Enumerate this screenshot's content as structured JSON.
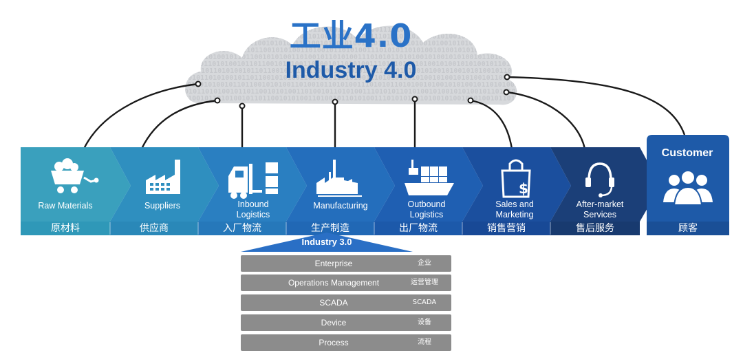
{
  "title": {
    "cn": "工业4.0",
    "en": "Industry 4.0"
  },
  "cloud_binary": "0101010010110101001011011001010100110100101101010011101010110101001010",
  "value_chain": [
    {
      "en": "Raw Materials",
      "cn": "原材料",
      "icon": "ore-cart-icon",
      "color": "#3aa0bd"
    },
    {
      "en": "Suppliers",
      "cn": "供应商",
      "icon": "factory-icon",
      "color": "#2f8fbf"
    },
    {
      "en": "Inbound Logistics",
      "cn": "入厂物流",
      "icon": "forklift-icon",
      "color": "#2a7fc1"
    },
    {
      "en": "Manufacturing",
      "cn": "生产制造",
      "icon": "plant-icon",
      "color": "#246ebc"
    },
    {
      "en": "Outbound Logistics",
      "cn": "出厂物流",
      "icon": "ship-icon",
      "color": "#1f5fb2"
    },
    {
      "en": "Sales and Marketing",
      "cn": "销售营销",
      "icon": "shopping-bag-icon",
      "color": "#1b4f9e"
    },
    {
      "en": "After-market Services",
      "cn": "售后服务",
      "icon": "headset-icon",
      "color": "#1b3f78"
    }
  ],
  "customer": {
    "en": "Customer",
    "cn": "顾客",
    "icon": "people-icon",
    "color": "#1e5aa8"
  },
  "industry3": {
    "title": "Industry 3.0",
    "layers": [
      {
        "en": "Enterprise",
        "cn": "企业"
      },
      {
        "en": "Operations Management",
        "cn": "运营管理"
      },
      {
        "en": "SCADA",
        "cn": "SCADA"
      },
      {
        "en": "Device",
        "cn": "设备"
      },
      {
        "en": "Process",
        "cn": "流程"
      }
    ]
  },
  "colors": {
    "cloud": "#d7d9dc",
    "cloud_text": "#c6c8cc",
    "title_blue": "#2a72c7",
    "wire": "#1a1a1a",
    "layer_gray": "#8c8c8c",
    "band": "#1f5fb2"
  }
}
